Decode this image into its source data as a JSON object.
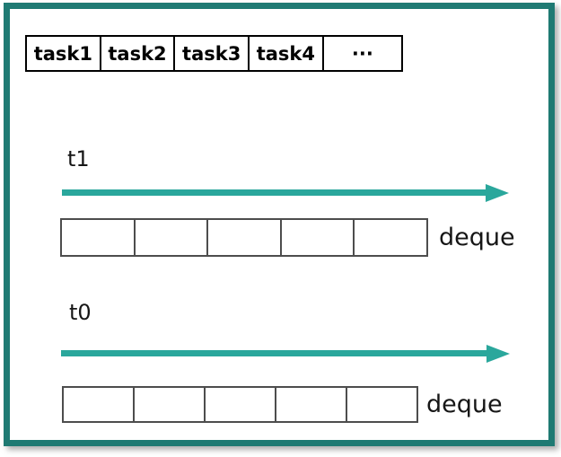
{
  "colors": {
    "frame": "#1f7a73",
    "arrow": "#2aa79c"
  },
  "diagram": {
    "task_queue": {
      "cells": [
        "task1",
        "task2",
        "task3",
        "task4",
        "···"
      ]
    },
    "threads": [
      {
        "label": "t1",
        "deque_label": "deque"
      },
      {
        "label": "t0",
        "deque_label": "deque"
      }
    ]
  }
}
